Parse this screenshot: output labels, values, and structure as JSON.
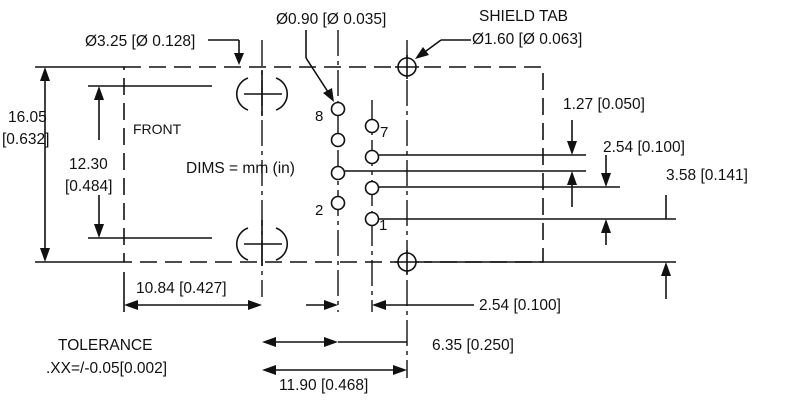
{
  "drawing": {
    "units_note": "DIMS = mm (in)",
    "front_label": "FRONT",
    "tolerance_title": "TOLERANCE",
    "tolerance_value": ".XX=/-0.05[0.002]",
    "callouts": {
      "mount_hole": "Ø3.25 [Ø 0.128]",
      "pin_hole": "Ø0.90 [Ø 0.035]",
      "shield_tab_title": "SHIELD TAB",
      "shield_tab_hole": "Ø1.60 [Ø 0.063]"
    },
    "dimensions": {
      "outer_height_mm": "16.05",
      "outer_height_in": "[0.632]",
      "mount_spacing_mm": "12.30",
      "mount_spacing_in": "[0.484]",
      "front_to_mount": "10.84 [0.427]",
      "pin_vertical_offset": "1.27 [0.050]",
      "pin_pitch_vertical": "2.54 [0.100]",
      "pin1_to_shield": "3.58 [0.141]",
      "row_spacing": "2.54 [0.100]",
      "mount_to_row": "6.35 [0.250]",
      "mount_to_shield": "11.90 [0.468]"
    },
    "pins": [
      "8",
      "7",
      "2",
      "1"
    ]
  }
}
